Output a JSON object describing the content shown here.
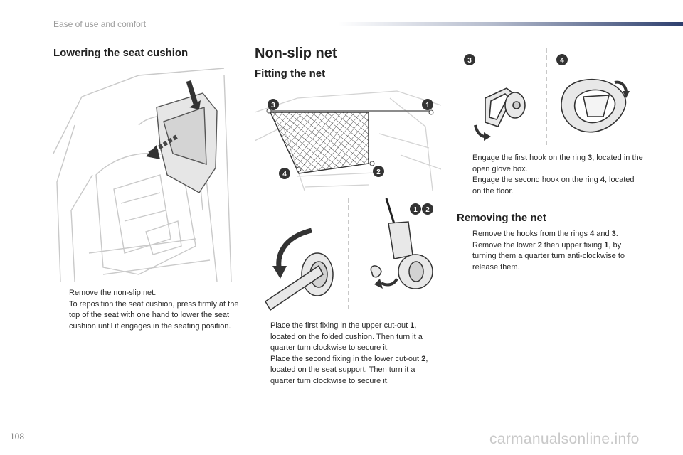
{
  "header": {
    "title": "Ease of use and comfort"
  },
  "page_number": "108",
  "watermark": "carmanualsonline.info",
  "lowering": {
    "title": "Lowering the seat cushion",
    "items": [
      {
        "text": "Remove the non-slip net."
      },
      {
        "text": "To reposition the seat cushion, press firmly at the top of the seat with one hand to lower the seat cushion until it engages in the seating position."
      }
    ]
  },
  "nonslip": {
    "title": "Non-slip net",
    "fitting_title": "Fitting the net",
    "fitting_items": [
      {
        "a": "Place the first fixing in the upper cut-out ",
        "b": "1",
        "c": ", located on the folded cushion. Then turn it a quarter turn clockwise to secure it."
      },
      {
        "a": "Place the second fixing in the lower cut-out ",
        "b": "2",
        "c": ", located on the seat support. Then turn it a quarter turn clockwise to secure it."
      }
    ],
    "hook_items": [
      {
        "a": "Engage the first hook on the ring ",
        "b": "3",
        "c": ", located in the open glove box."
      },
      {
        "a": "Engage the second hook on the ring ",
        "b": "4",
        "c": ", located on the floor."
      }
    ],
    "removing_title": "Removing the net",
    "removing_items": [
      {
        "a": "Remove the hooks from the rings ",
        "b": "4",
        "m": " and ",
        "b2": "3",
        "c": "."
      },
      {
        "a": "Remove the lower ",
        "b": "2",
        "m": " then upper fixing ",
        "b2": "1",
        "c": ", by turning them a quarter turn anti-clockwise to release them."
      }
    ]
  },
  "figure_labels": {
    "net_callouts": [
      "3",
      "1",
      "4",
      "2"
    ],
    "fixing_callouts": [
      "1",
      "2"
    ],
    "hook_callouts": [
      "3",
      "4"
    ]
  },
  "bullet_glyph": "",
  "colors": {
    "accent_bar": "#2d3f6e",
    "callout": "#333333"
  }
}
